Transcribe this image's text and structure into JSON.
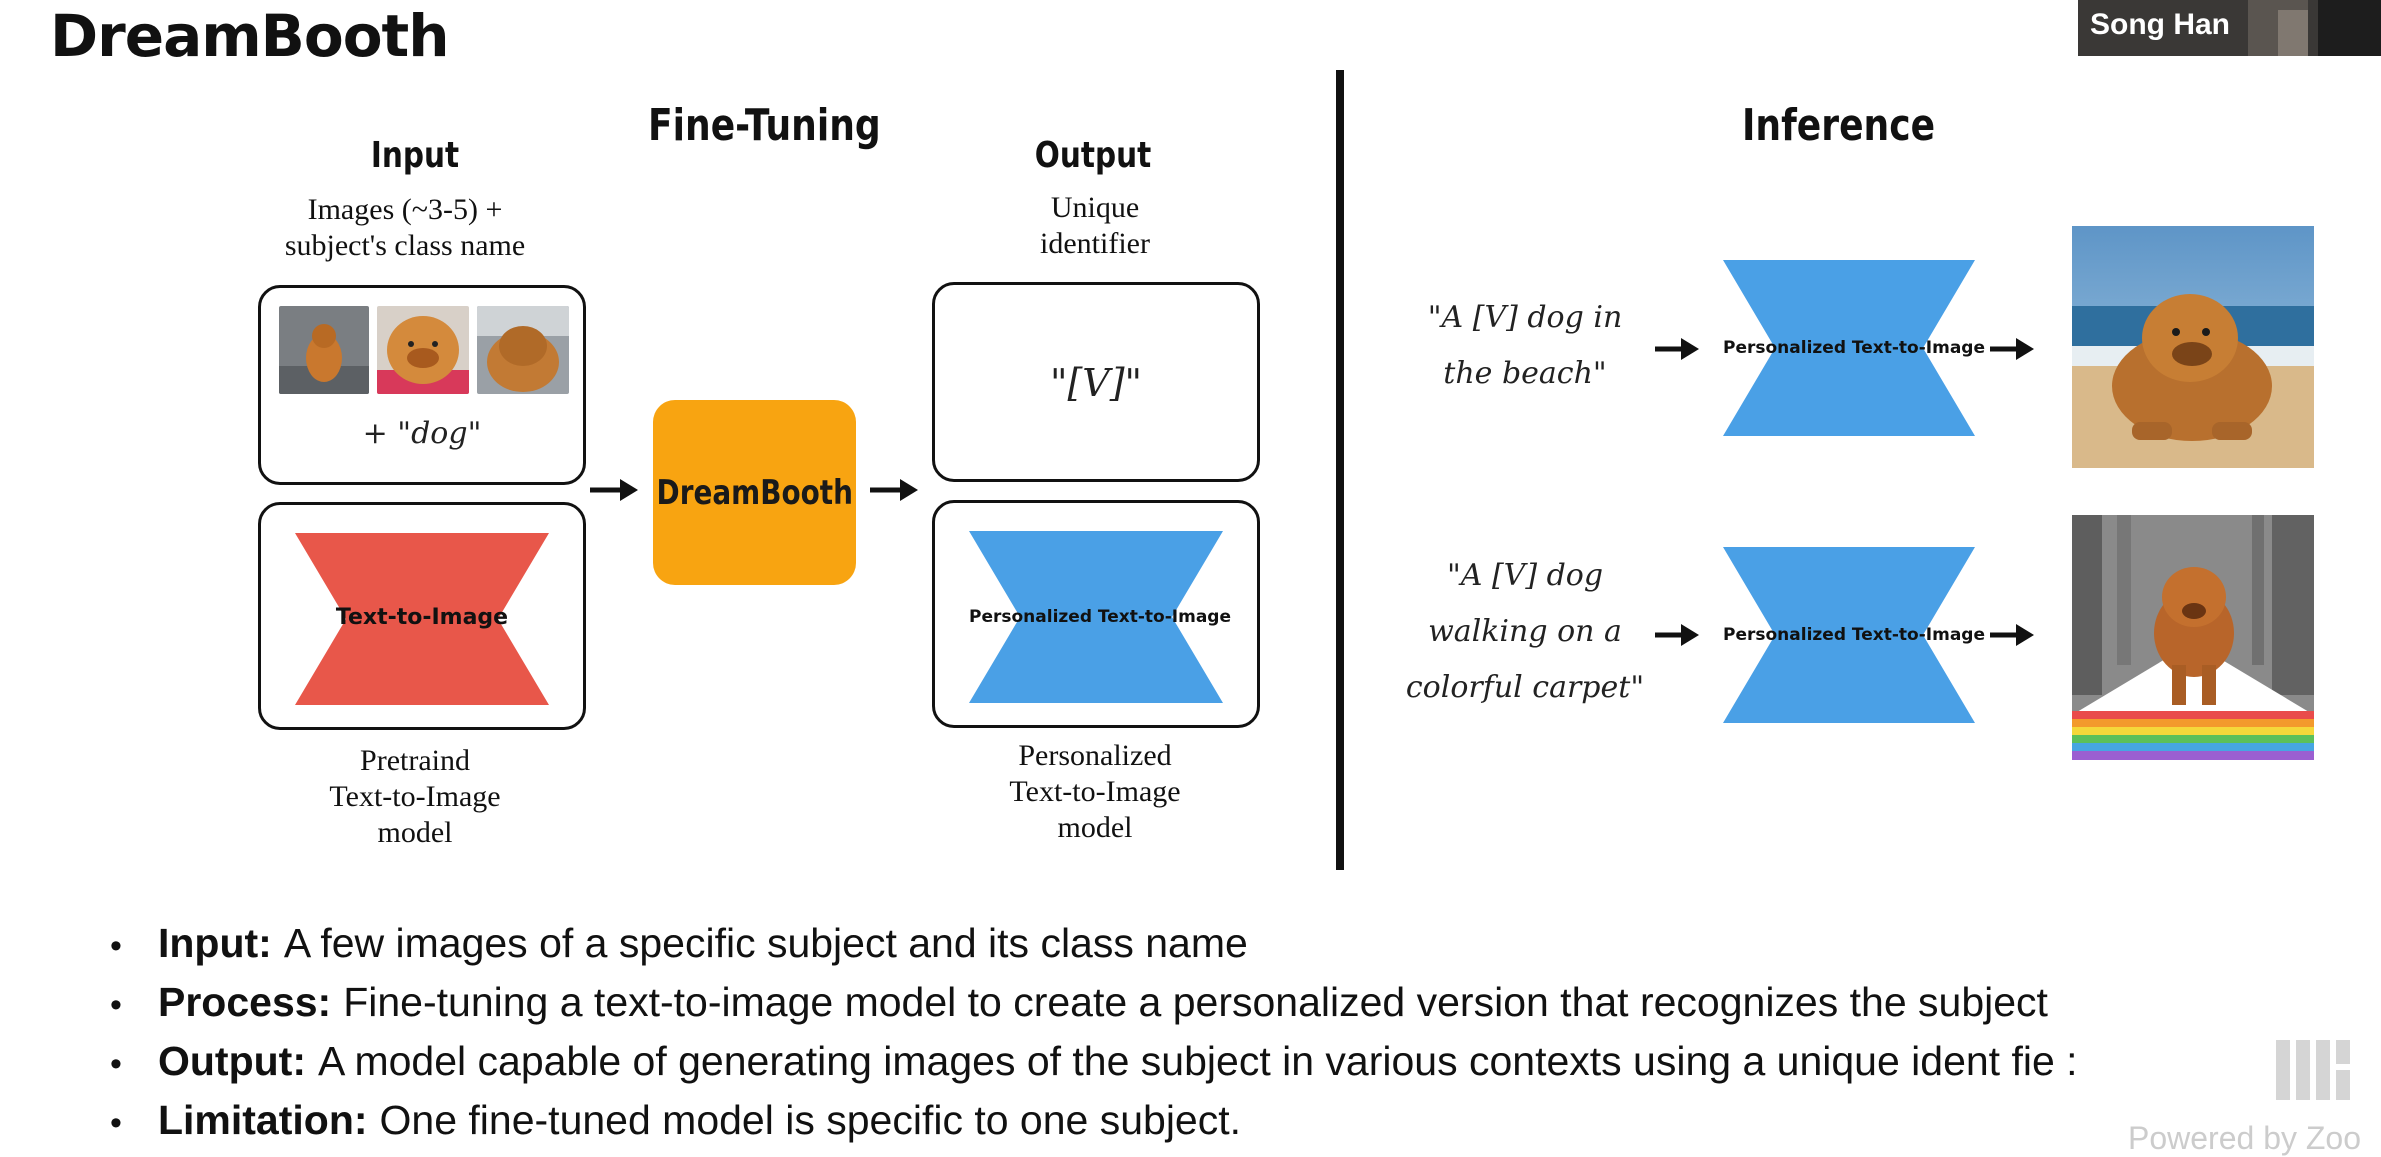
{
  "slide": {
    "title": "DreamBooth",
    "fine_tuning": {
      "heading": "Fine-Tuning",
      "input": {
        "heading": "Input",
        "caption_line1": "Images (~3-5) +",
        "caption_line2": "subject's class name",
        "class_text": "+ \"dog\""
      },
      "dreambooth_label": "DreamBooth",
      "output": {
        "heading": "Output",
        "caption_line1": "Unique",
        "caption_line2": "identifier",
        "identifier_text": "\"[V]\""
      },
      "pretrained_model_label": "Text-to-Image",
      "pretrained_caption": [
        "Pretraind",
        "Text-to-Image",
        "model"
      ],
      "personalized_model_label": "Personalized Text-to-Image",
      "personalized_caption": [
        "Personalized",
        "Text-to-Image",
        "model"
      ]
    },
    "inference": {
      "heading": "Inference",
      "rows": [
        {
          "prompt_lines": [
            "\"A [V] dog in",
            "the beach\""
          ],
          "model_label": "Personalized Text-to-Image"
        },
        {
          "prompt_lines": [
            "\"A [V] dog",
            "walking on a",
            "colorful carpet\""
          ],
          "model_label": "Personalized Text-to-Image"
        }
      ]
    },
    "bullets": [
      {
        "label": "Input:",
        "text": "A few images of a specific subject and its class name"
      },
      {
        "label": "Process:",
        "text": "Fine-tuning a text-to-image model to create a personalized version that recognizes the subject"
      },
      {
        "label": "Output:",
        "text": "A model capable of generating images of the subject in various contexts using a unique ident  fie  :"
      },
      {
        "label": "Limitation:",
        "text": "One fine-tuned model is specific to one subject."
      }
    ]
  },
  "video": {
    "speaker_name": "Song Han"
  },
  "watermark": "Powered by Zoo",
  "colors": {
    "pretrained": "#e8574a",
    "personalized": "#4aa0e6",
    "dreambooth": "#f8a411"
  }
}
